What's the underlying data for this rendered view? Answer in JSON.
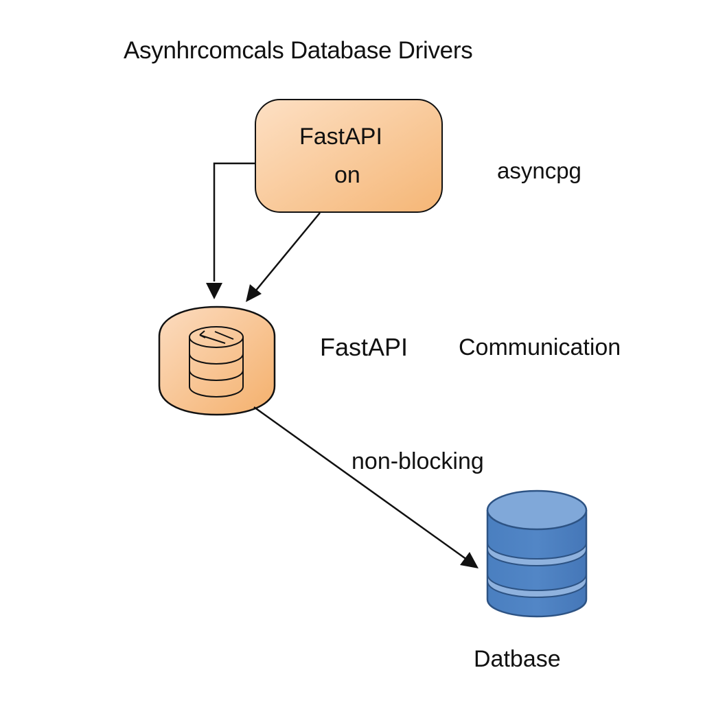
{
  "title": "Asynhrcomcals Database Drivers",
  "nodes": {
    "fastapi_box": {
      "line1": "FastAPI",
      "line2": "on",
      "fill_color": "#f7c290"
    },
    "driver_cylinder": {
      "icon": "database-stack-icon",
      "fill_color": "#f7c08c"
    },
    "database": {
      "label": "Datbase",
      "fill_color": "#4a7fc0",
      "top_color": "#7fa7d8"
    }
  },
  "labels": {
    "asyncpg": "asyncpg",
    "fastapi": "FastAPI",
    "communication": "Communication",
    "non_blocking": "non-blocking"
  },
  "edges": [
    {
      "from": "fastapi_box",
      "to": "driver_cylinder",
      "style": "elbow"
    },
    {
      "from": "fastapi_box",
      "to": "driver_cylinder",
      "style": "diagonal"
    },
    {
      "from": "driver_cylinder",
      "to": "database",
      "style": "diagonal",
      "label": "non-blocking"
    }
  ],
  "colors": {
    "stroke": "#111111",
    "db_stroke": "#2d5384",
    "db_band": "#8fb2de"
  }
}
